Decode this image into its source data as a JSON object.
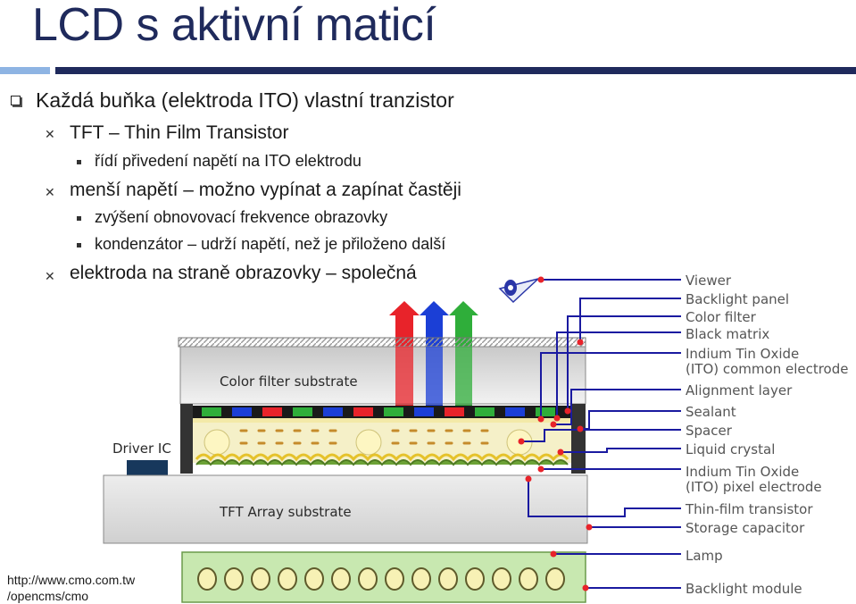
{
  "slide": {
    "title": "LCD s aktivní maticí",
    "bullets": [
      {
        "level": 1,
        "marker": "square",
        "text": "Každá buňka (elektroda ITO) vlastní tranzistor"
      },
      {
        "level": 2,
        "marker": "x",
        "text": "TFT – Thin Film Transistor"
      },
      {
        "level": 3,
        "marker": "small-square",
        "text": "řídí přivedení napětí na ITO elektrodu"
      },
      {
        "level": 2,
        "marker": "x",
        "text": "menší napětí – možno vypínat a zapínat častěji"
      },
      {
        "level": 3,
        "marker": "small-square",
        "text": "zvýšení  obnovovací frekvence obrazovky"
      },
      {
        "level": 3,
        "marker": "small-square",
        "text": "kondenzátor – udrží napětí, než je přiloženo další"
      },
      {
        "level": 2,
        "marker": "x",
        "text": "elektroda na straně obrazovky – společná"
      }
    ],
    "source": {
      "line1": "http://www.cmo.com.tw",
      "line2": "/opencms/cmo"
    }
  },
  "figure": {
    "color_filter_substrate": "Color filter substrate",
    "tft_array_substrate": "TFT Array substrate",
    "driver_ic": "Driver IC",
    "labels": {
      "viewer": "Viewer",
      "backlight_panel": "Backlight panel",
      "color_filter": "Color filter",
      "black_matrix": "Black matrix",
      "ito_common_1": "Indium Tin Oxide",
      "ito_common_2": "(ITO) common electrode",
      "alignment_layer": "Alignment layer",
      "sealant": "Sealant",
      "spacer": "Spacer",
      "liquid_crystal": "Liquid crystal",
      "ito_pixel_1": "Indium Tin Oxide",
      "ito_pixel_2": "(ITO) pixel electrode",
      "thin_film_transistor": "Thin-film transistor",
      "storage_capacitor": "Storage capacitor",
      "lamp": "Lamp",
      "backlight_module": "Backlight module"
    },
    "colors": {
      "title": "#1f2a5c",
      "accent_light": "#8eb4e3",
      "leader": "#1a1aa0",
      "dot": "#e8232a",
      "red": "#e8232a",
      "green": "#2fae3a",
      "blue": "#1b3fd6"
    }
  }
}
